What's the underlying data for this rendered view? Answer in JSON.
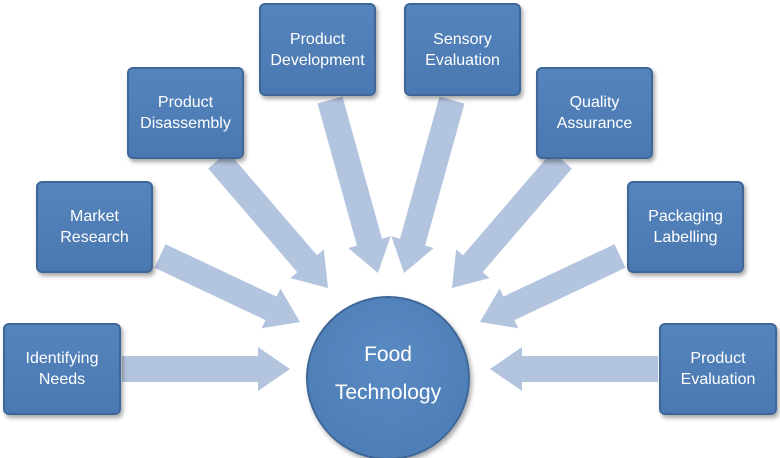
{
  "hub": {
    "line1": "Food",
    "line2": "Technology"
  },
  "nodes": [
    {
      "id": "identifying-needs",
      "line1": "Identifying",
      "line2": "Needs"
    },
    {
      "id": "market-research",
      "line1": "Market",
      "line2": "Research"
    },
    {
      "id": "product-disassembly",
      "line1": "Product",
      "line2": "Disassembly"
    },
    {
      "id": "product-development",
      "line1": "Product",
      "line2": "Development"
    },
    {
      "id": "sensory-evaluation",
      "line1": "Sensory",
      "line2": "Evaluation"
    },
    {
      "id": "quality-assurance",
      "line1": "Quality",
      "line2": "Assurance"
    },
    {
      "id": "packaging-labelling",
      "line1": "Packaging",
      "line2": "Labelling"
    },
    {
      "id": "product-evaluation",
      "line1": "Product",
      "line2": "Evaluation"
    }
  ],
  "colors": {
    "box_fill": "#4f7fb8",
    "box_border": "#3e6797",
    "arrow_fill": "#b3c4de",
    "text": "#ffffff"
  }
}
